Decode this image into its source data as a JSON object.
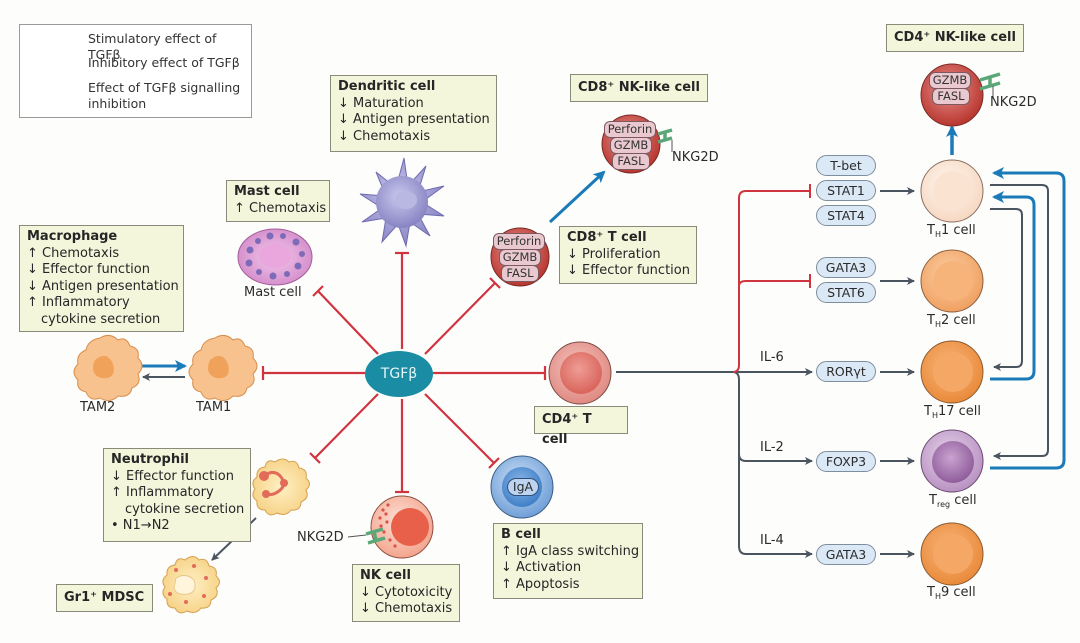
{
  "legend": {
    "stimulatory": "Stimulatory effect of TGFβ",
    "inhibitory": "Inhibitory effect of TGFβ",
    "signalling_inhibition_1": "Effect of TGFβ signalling",
    "signalling_inhibition_2": "inhibition"
  },
  "colors": {
    "stimulatory_arrow": "#4a5560",
    "inhibitory_arrow": "#d0343f",
    "signalling_inhibition_arrow": "#1b7ab8",
    "tgfb_node": "#1a8ca3",
    "info_box": "#f4f6dc",
    "transcription_factor": "#dbe9f6"
  },
  "center": {
    "label": "TGFβ"
  },
  "boxes": {
    "macrophage": {
      "title": "Macrophage",
      "lines": [
        "↑ Chemotaxis",
        "↓ Effector function",
        "↓ Antigen presentation",
        "↑ Inflammatory",
        "cytokine secretion"
      ]
    },
    "mast": {
      "title": "Mast cell",
      "lines": [
        "↑ Chemotaxis"
      ]
    },
    "dendritic": {
      "title": "Dendritic cell",
      "lines": [
        "↓ Maturation",
        "↓ Antigen presentation",
        "↓ Chemotaxis"
      ]
    },
    "cd8_nk": {
      "title": "CD8⁺ NK-like cell"
    },
    "cd8_t": {
      "title": "CD8⁺ T cell",
      "lines": [
        "↓ Proliferation",
        "↓ Effector function"
      ]
    },
    "cd4_nk": {
      "title": "CD4⁺ NK-like cell"
    },
    "cd4_t": {
      "title": "CD4⁺ T cell"
    },
    "neutrophil": {
      "title": "Neutrophil",
      "lines": [
        "↓ Effector function",
        "↑ Inflammatory",
        "cytokine secretion",
        "• N1→N2"
      ]
    },
    "mdsc": {
      "title": "Gr1⁺ MDSC"
    },
    "nk": {
      "title": "NK cell",
      "lines": [
        "↓ Cytotoxicity",
        "↓ Chemotaxis"
      ]
    },
    "b": {
      "title": "B cell",
      "lines": [
        "↑ IgA class switching",
        "↓ Activation",
        "↑ Apoptosis"
      ]
    }
  },
  "cell_labels": {
    "mast": "Mast cell",
    "tam2": "TAM2",
    "tam1": "TAM1",
    "th1": {
      "main": "T",
      "sub": "H",
      "rest": "1 cell"
    },
    "th2": {
      "main": "T",
      "sub": "H",
      "rest": "2 cell"
    },
    "th17": {
      "main": "T",
      "sub": "H",
      "rest": "17 cell"
    },
    "treg": {
      "main": "T",
      "sub": "reg",
      "rest": " cell"
    },
    "th9": {
      "main": "T",
      "sub": "H",
      "rest": "9 cell"
    }
  },
  "molecules": {
    "perforin": "Perforin",
    "gzmb": "GZMB",
    "fasl": "FASL",
    "nkg2d": "NKG2D",
    "iga": "IgA"
  },
  "transcription_factors": {
    "tbet": "T-bet",
    "stat1": "STAT1",
    "stat4": "STAT4",
    "gata3_a": "GATA3",
    "stat6": "STAT6",
    "rorgt": "RORγt",
    "foxp3": "FOXP3",
    "gata3_b": "GATA3"
  },
  "cytokines": {
    "il6": "IL-6",
    "il2": "IL-2",
    "il4": "IL-4"
  }
}
